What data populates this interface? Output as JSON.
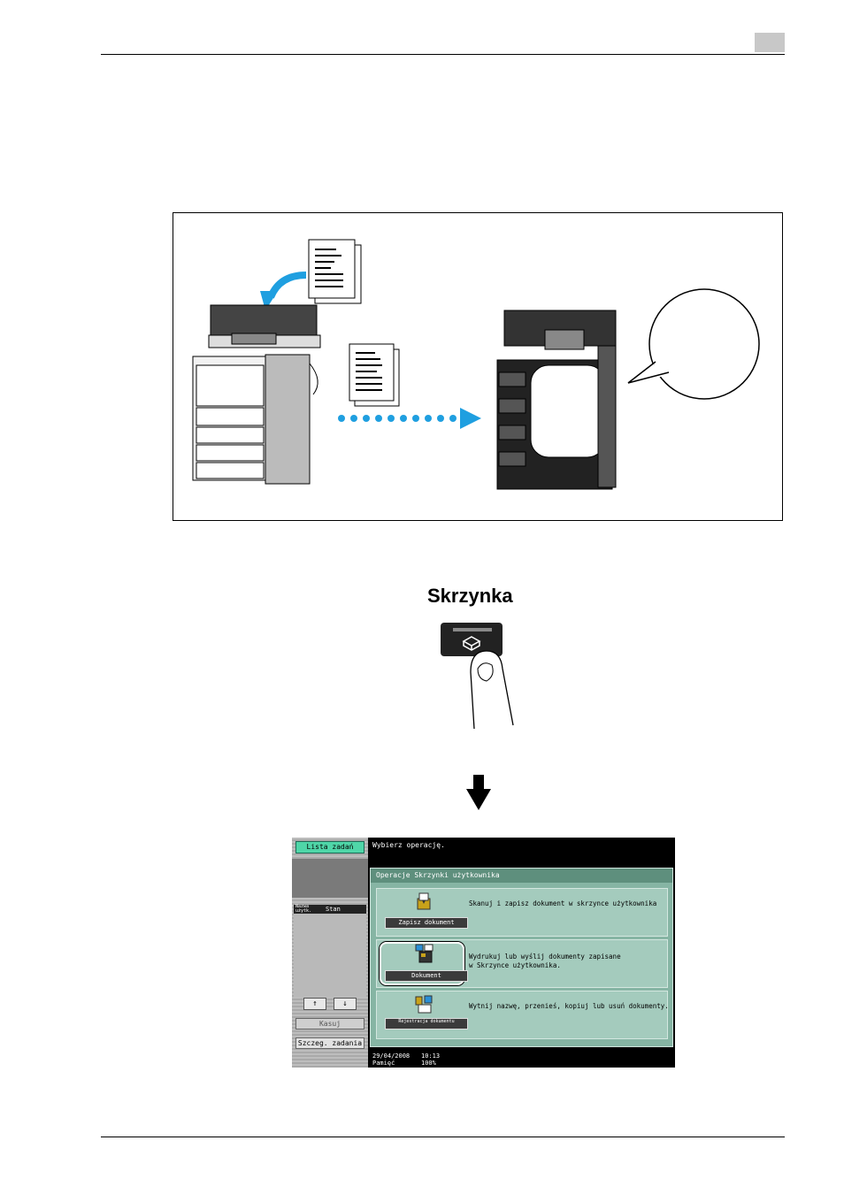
{
  "figure": {
    "key_label": "Skrzynka"
  },
  "panel": {
    "left": {
      "job_list_label": "Lista zadań",
      "status_col1": "Nazwa użytk.",
      "status_col2": "Stan",
      "delete_label": "Kasuj",
      "details_label": "Szczeg. zadania"
    },
    "prompt": "Wybierz operację.",
    "group_title": "Operacje Skrzynki użytkownika",
    "rows": [
      {
        "button": "Zapisz dokument",
        "desc": "Skanuj i zapisz dokument w skrzynce użytkownika"
      },
      {
        "button": "Dokument",
        "desc": "Wydrukuj lub wyślij dokumenty zapisane\nw Skrzynce użytkownika."
      },
      {
        "button": "Rejestracja dokumentu",
        "desc": "Wytnij nazwę, przenieś, kopiuj lub usuń dokumenty."
      }
    ],
    "footer": {
      "date": "29/04/2008",
      "time": "10:13",
      "memory_label": "Pamięć",
      "memory_value": "100%"
    }
  },
  "colors": {
    "accent_blue": "#1f9fe0",
    "panel_green": "#86b5a4",
    "button_green": "#4fd6a8"
  }
}
